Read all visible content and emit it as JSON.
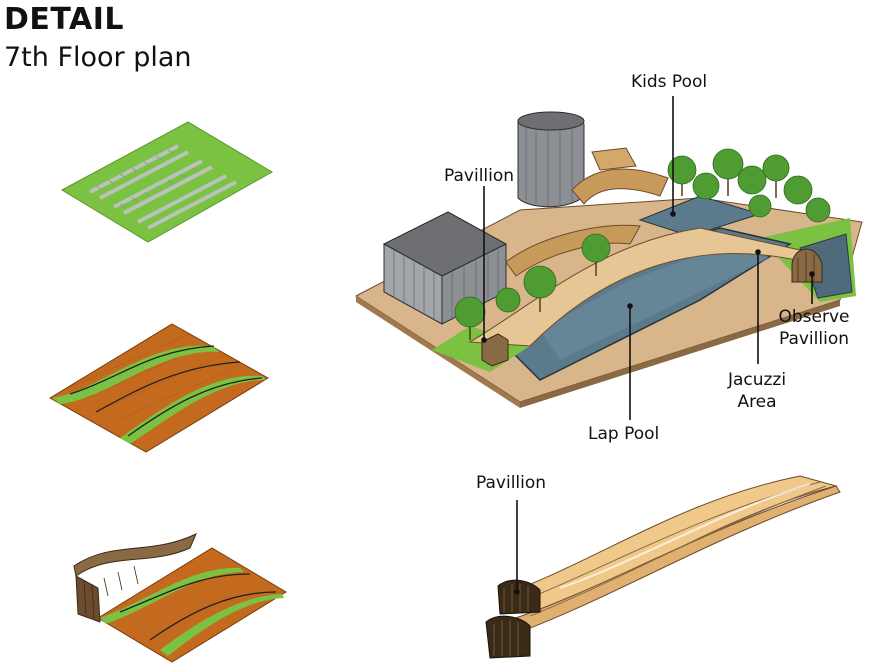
{
  "header": {
    "title": "DETAIL",
    "subtitle": "7th Floor plan"
  },
  "callouts": {
    "kids_pool": "Kids Pool",
    "pavillion_top": "Pavillion",
    "observe_line1": "Observe",
    "observe_line2": "Pavillion",
    "jacuzzi_line1": "Jacuzzi",
    "jacuzzi_line2": "Area",
    "lap_pool": "Lap Pool",
    "pavillion_bottom": "Pavillion"
  },
  "colors": {
    "grass": "#7cc242",
    "deck": "#c46a1e",
    "pool": "#5b7a8c",
    "building": "#6d6f73",
    "timber": "#c89a5a",
    "tree": "#4f9d32"
  }
}
